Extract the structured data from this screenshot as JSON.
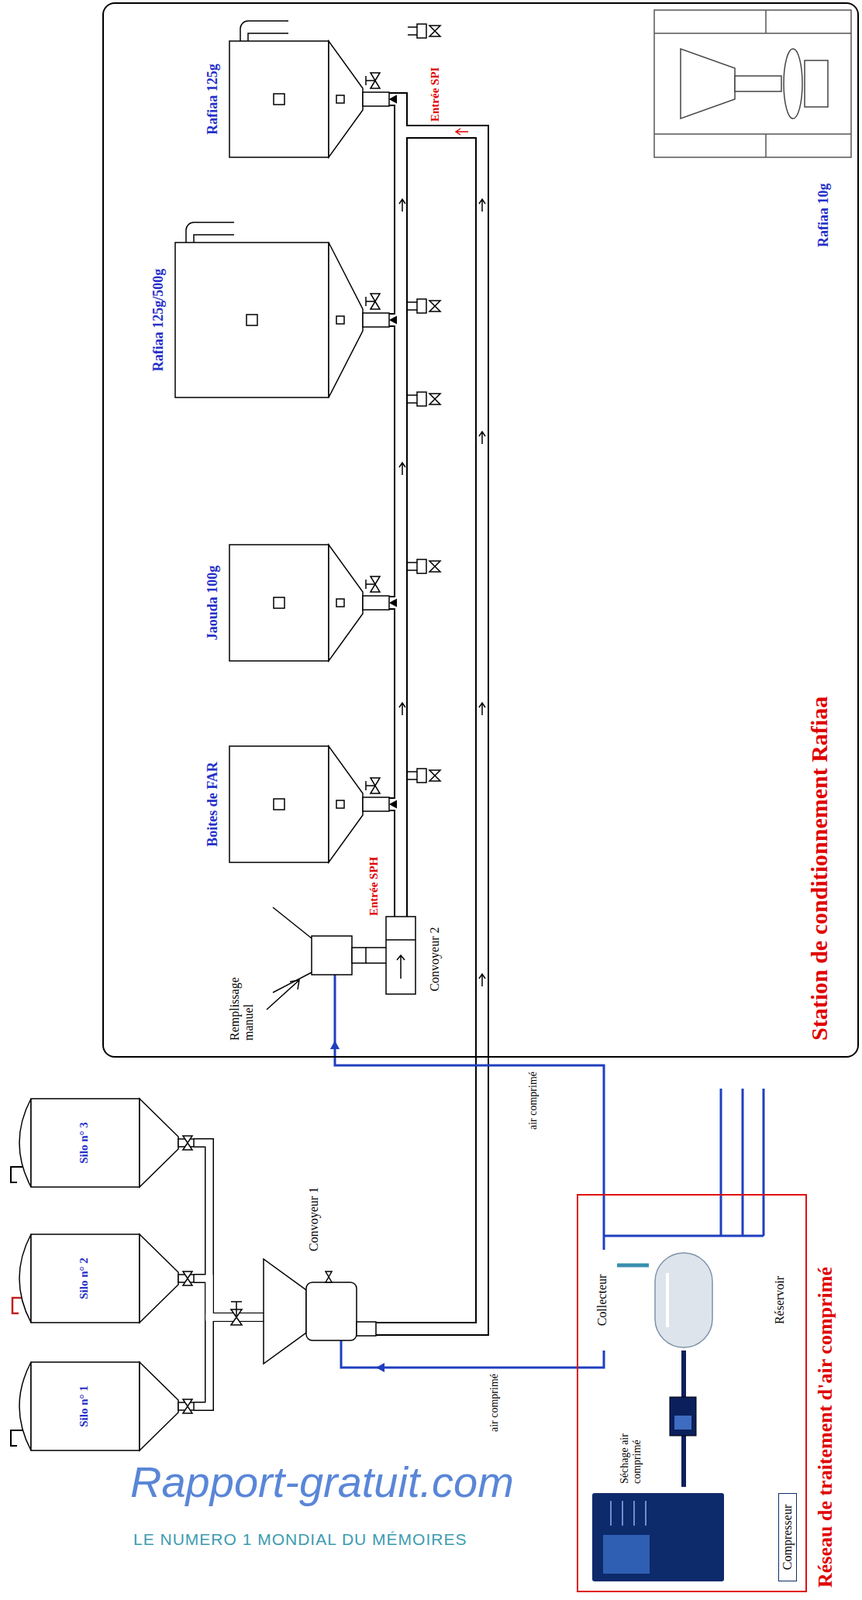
{
  "diagram": {
    "nodes": [
      {
        "text": [
          "Station de conditionnement Rafiaa"
        ]
      },
      {
        "text": [
          "Rafiaa 125g"
        ],
        "in": 0
      },
      {
        "text": [
          "Rafiaa 125g/500g"
        ],
        "in": 0
      },
      {
        "text": [
          "Jaouda 100g"
        ],
        "in": 0
      },
      {
        "text": [
          "Boites de FAR"
        ],
        "in": 0
      },
      {
        "text": [
          "Rafiaa 10g"
        ],
        "in": 0
      },
      {
        "text": [
          "Remplissage manuel"
        ],
        "in": 0
      },
      {
        "text": [
          "Convoyeur 2"
        ],
        "in": 0
      },
      {
        "text": [
          "Convoyeur 1"
        ]
      },
      {
        "text": [
          "Silo n° 1"
        ]
      },
      {
        "text": [
          "Silo n° 2"
        ]
      },
      {
        "text": [
          "Silo n° 3"
        ]
      },
      {
        "text": [
          "Réseau de traitement d'air comprimé"
        ]
      },
      {
        "text": [
          "Compresseur"
        ],
        "in": 12
      },
      {
        "text": [
          "Collecteur"
        ],
        "in": 12
      },
      {
        "text": [
          "Réservoir"
        ],
        "in": 12
      }
    ],
    "edges": [
      {
        "from": 9,
        "to": 8,
        "arrow": "none"
      },
      {
        "from": 10,
        "to": 8,
        "arrow": "none"
      },
      {
        "from": 11,
        "to": 8,
        "arrow": "none"
      },
      {
        "from": 8,
        "to": 1,
        "arrow": "to"
      },
      {
        "from": 7,
        "to": 4,
        "arrow": "to"
      },
      {
        "from": 7,
        "to": 3,
        "arrow": "to"
      },
      {
        "from": 7,
        "to": 2,
        "arrow": "to"
      },
      {
        "from": 7,
        "to": 1,
        "arrow": "to"
      },
      {
        "from": 13,
        "to": 15,
        "arrow": "none"
      },
      {
        "from": 15,
        "to": 14,
        "arrow": "none"
      },
      {
        "from": 14,
        "to": 8,
        "label": "air comprimé",
        "arrow": "to"
      },
      {
        "from": 14,
        "to": 6,
        "label": "air comprimé",
        "arrow": "to"
      }
    ],
    "labels": [
      "Entrée SPI",
      "Entrée SPH",
      "Séchage air comprimé",
      "Rapport-gratuit.com",
      "LE NUMERO 1 MONDIAL DU MÉMOIRES"
    ]
  }
}
